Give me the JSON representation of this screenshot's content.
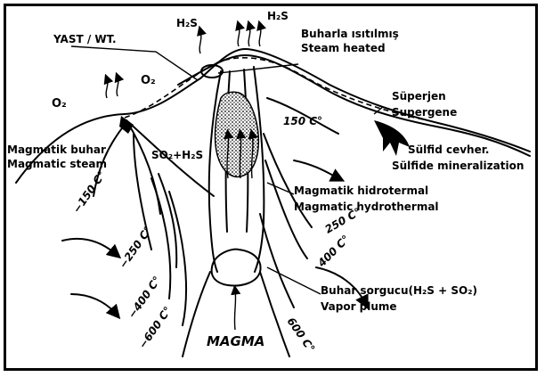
{
  "labels": {
    "h2s_left": "H₂S",
    "h2s_right": "H₂S",
    "yast_wt": "YAST / WT.",
    "o2_left": "O₂",
    "o2_mid": "O₂",
    "buharla_tr": "Buharla ısıtılmış",
    "steam_heated": "Steam heated",
    "superjen_tr": "Süperjen",
    "supergene": "Supergene",
    "temp_150_right": "150 C°",
    "sulfid_tr": "Sülfid cevher.",
    "sulfide_en": "Sülfide mineralization",
    "magmatik_buhar": "Magmatik buhar",
    "magmatic_steam": "Magmatic steam",
    "so2_h2s": "SO₂+H₂S",
    "magmatik_hidrotermal": "Magmatik hidrotermal",
    "magmatic_hydrothermal": "Magmatic hydrothermal",
    "temp_150_left": "−150 C°",
    "temp_250_left": "−250 C°",
    "temp_250_right": "250 C°",
    "temp_400_right": "400 C°",
    "temp_400_left": "−400 C°",
    "temp_600_left": "−600 C°",
    "temp_600_right": "600 C°",
    "buhar_sorgucu": "Buhar sorgucu(H₂S + SO₂)",
    "vapor_plume": "Vapor plume",
    "magma": "MAGMA"
  },
  "colors": {
    "ink": "#000000",
    "paper": "#ffffff"
  }
}
